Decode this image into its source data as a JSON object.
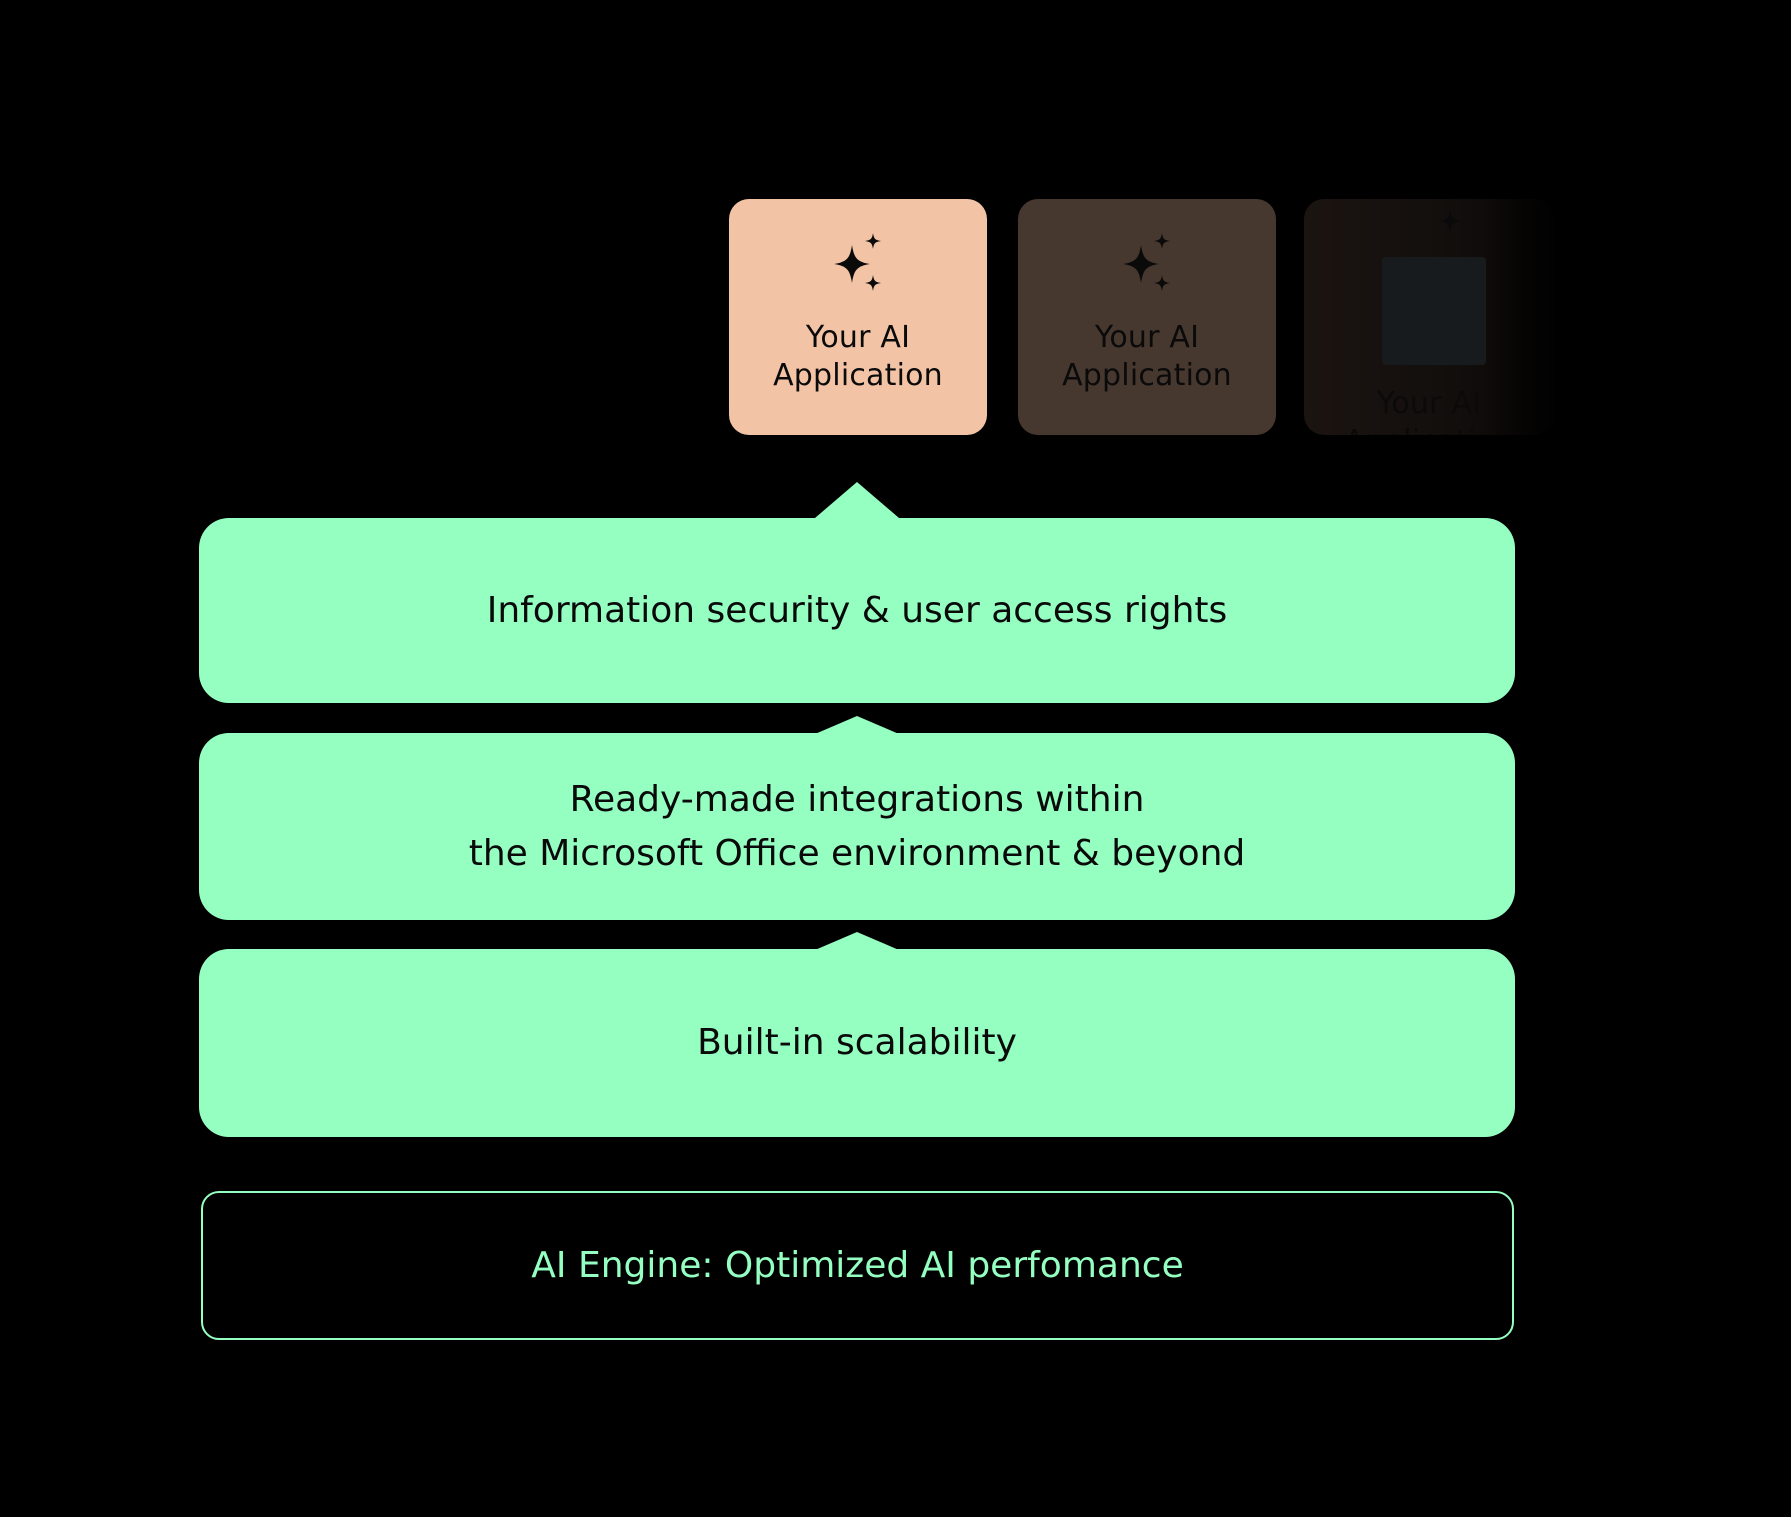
{
  "applications": [
    {
      "label_line1": "Your AI",
      "label_line2": "Application",
      "icon": "sparkles-icon",
      "color": "#f2c3a5"
    },
    {
      "label_line1": "Your AI",
      "label_line2": "Application",
      "icon": "sparkles-icon",
      "color": "#47382f"
    },
    {
      "label_line1": "Your AI",
      "label_line2": "Application",
      "icon": "sparkles-icon",
      "color": "#1b1411"
    }
  ],
  "layers": [
    {
      "line1": "Information security & user access rights",
      "line2": ""
    },
    {
      "line1": "Ready-made integrations within",
      "line2": "the Microsoft Office environment & beyond"
    },
    {
      "line1": "Built-in scalability",
      "line2": ""
    }
  ],
  "engine": {
    "label": "AI Engine: Optimized AI perfomance"
  },
  "colors": {
    "background": "#000000",
    "layer_fill": "#95ffc2",
    "engine_border": "#95ffc2",
    "card_active": "#f2c3a5",
    "card_muted": "#47382f"
  }
}
